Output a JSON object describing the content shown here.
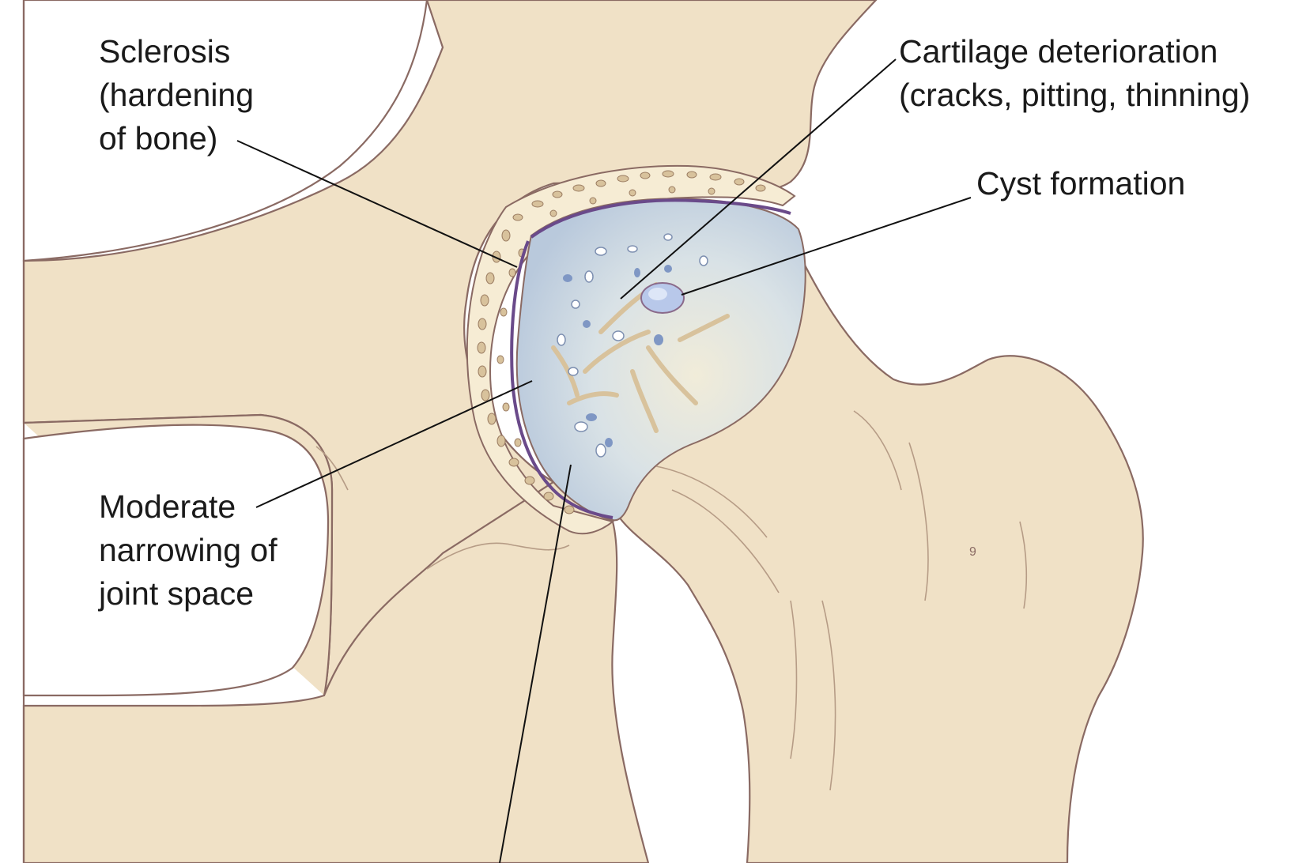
{
  "diagram": {
    "labels": {
      "sclerosis": [
        "Sclerosis",
        "(hardening",
        "of bone)"
      ],
      "cartilage": [
        "Cartilage deterioration",
        "(cracks, pitting, thinning)"
      ],
      "cyst": [
        "Cyst formation"
      ],
      "narrowing": [
        "Moderate",
        "narrowing of",
        "joint space"
      ]
    },
    "colors": {
      "bone_fill": "#f0e1c6",
      "bone_outline": "#8a6a63",
      "cortex_fill": "#f6ecd4",
      "trabecula_fill": "#d8c29c",
      "femoral_head_fill": "#c9d6e2",
      "cartilage_line": "#6a4a8a",
      "cyst_fill": "#b8c8ea",
      "leader_line": "#111111"
    }
  }
}
